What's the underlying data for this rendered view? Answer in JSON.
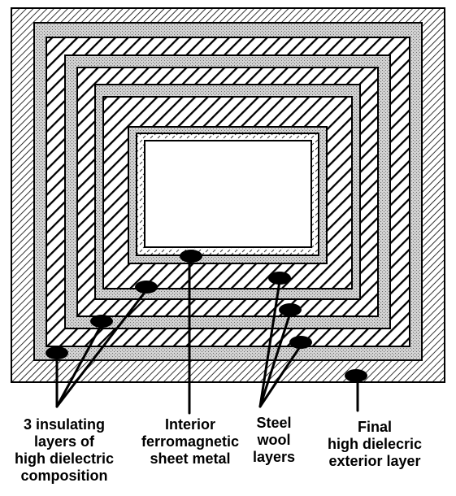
{
  "labels": {
    "insulating": "3 insulating\nlayers of\nhigh dielectric\ncomposition",
    "interior": "Interior\nferromagnetic\nsheet metal",
    "steel": "Steel\nwool\nlayers",
    "final": "Final\nhigh dielecric\nexterior layer"
  },
  "colors": {
    "ink": "#000000",
    "stipple": "#cfcfcf",
    "hollow": "#ffffff"
  }
}
